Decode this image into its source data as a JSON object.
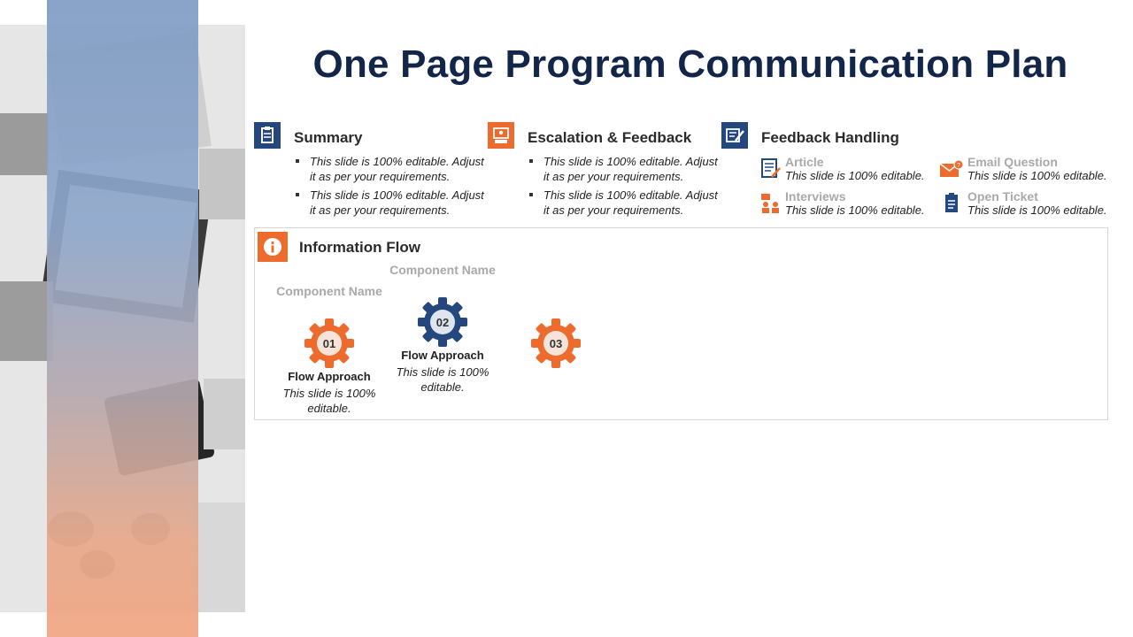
{
  "title": "One Page Program Communication Plan",
  "sections": {
    "summary": {
      "title": "Summary",
      "icon": "clipboard-icon",
      "bullets": [
        "This slide is 100% editable. Adjust it as per your requirements.",
        "This slide is 100% editable. Adjust it as per your requirements."
      ]
    },
    "escalation": {
      "title": "Escalation & Feedback",
      "icon": "presenter-icon",
      "bullets": [
        "This slide is 100% editable. Adjust it as per your requirements.",
        "This slide is 100% editable. Adjust it as per your requirements."
      ]
    },
    "feedback_handling": {
      "title": "Feedback Handling",
      "icon": "edit-notes-icon",
      "items": [
        {
          "label": "Article",
          "text": "This slide is 100% editable.",
          "icon": "article-icon"
        },
        {
          "label": "Email Question",
          "text": "This slide is 100% editable.",
          "icon": "email-icon"
        },
        {
          "label": "Interviews",
          "text": "This slide is 100% editable.",
          "icon": "interviews-icon"
        },
        {
          "label": "Open Ticket",
          "text": "This slide is 100% editable.",
          "icon": "ticket-icon"
        }
      ]
    }
  },
  "info_flow": {
    "title": "Information Flow",
    "icon": "info-icon",
    "steps": [
      {
        "number": "01",
        "component": "Component Name",
        "caption": "Flow Approach",
        "text": "This slide is 100% editable.",
        "color": "#ec6b2d"
      },
      {
        "number": "02",
        "component": "Component Name",
        "caption": "Flow Approach",
        "text": "This slide is 100% editable.",
        "color": "#24477e"
      },
      {
        "number": "03",
        "color": "#ec6b2d"
      }
    ]
  },
  "colors": {
    "navy": "#12264a",
    "blue": "#24477e",
    "orange": "#ec6b2d",
    "muted": "#a9a9a9"
  }
}
